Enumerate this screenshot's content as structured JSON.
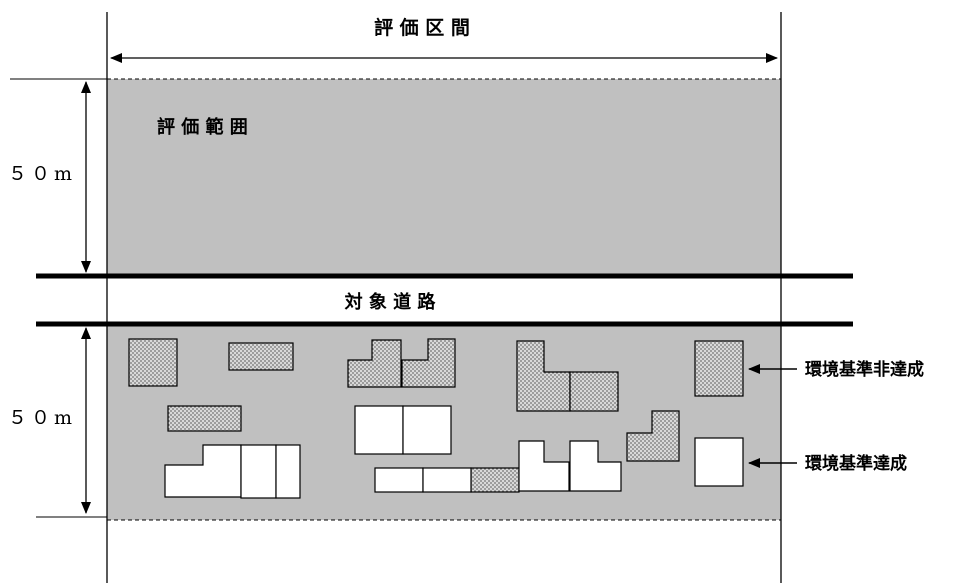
{
  "section_label": "評 価 区 間",
  "evaluation_area_label": "評 価 範 囲",
  "road_label": "対 象 道 路",
  "width_top": "５０m",
  "width_bottom": "５０m",
  "legend": {
    "not_met": "環境基準非達成",
    "met": "環境基準達成"
  },
  "colors": {
    "area_fill": "#c0c0c0",
    "hatch_fill": "#d0d0d0",
    "hatch_dots": "#6a6a6a",
    "line": "#000000"
  }
}
